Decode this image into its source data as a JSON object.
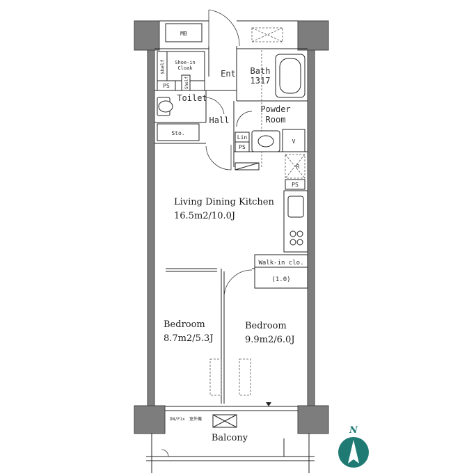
{
  "rooms": {
    "ldk": {
      "name": "Living Dining Kitchen",
      "area": "16.5m2/10.0J"
    },
    "bedroom_left": {
      "name": "Bedroom",
      "area": "8.7m2/5.3J"
    },
    "bedroom_right": {
      "name": "Bedroom",
      "area": "9.9m2/6.0J"
    },
    "entrance": "Ent",
    "bath": {
      "name": "Bath",
      "size": "1317"
    },
    "powder": {
      "line1": "Powder",
      "line2": "Room"
    },
    "toilet": "Toilet",
    "hall": "Hall",
    "balcony": "Balcony",
    "walkin": {
      "name": "Walk-in clo.",
      "size": "(1.0)"
    }
  },
  "fixtures": {
    "mb": "MB",
    "shelf_left": "Shelf",
    "shoe_cloak": {
      "line1": "Shoe-in",
      "line2": "Cloak"
    },
    "shelf_right": "Shelf",
    "ps_toilet": "PS",
    "sto": "Sto.",
    "lin": "Lin",
    "ps_powder": "PS",
    "ps_kitchen": "PS",
    "r_mark": "R",
    "v_mark": "V",
    "balcony_window": "DN/Fix",
    "outdoor_unit": "室外機"
  },
  "compass": {
    "label": "N"
  },
  "colors": {
    "wall": "#7d7d7d",
    "compass": "#1e7a73"
  }
}
